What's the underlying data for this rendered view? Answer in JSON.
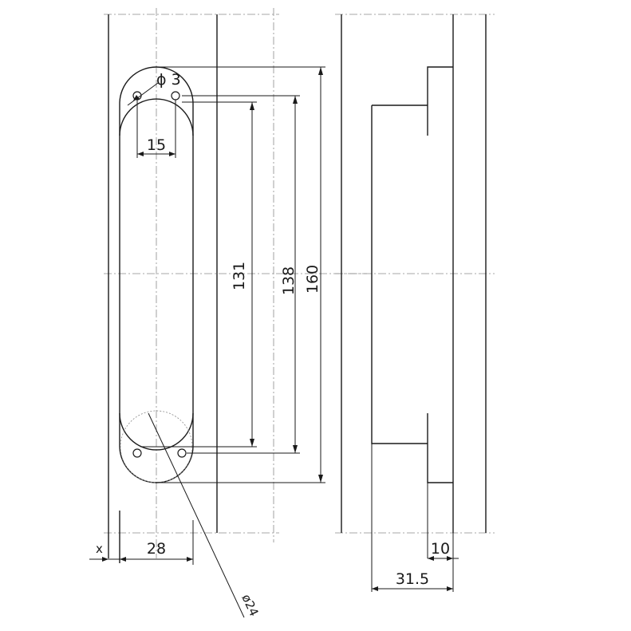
{
  "dimensions": {
    "hole_diameter": "ϕ 3",
    "hole_spacing_width": "15",
    "inner_hole_spacing": "131",
    "outer_hole_spacing": "138",
    "overall_length": "160",
    "offset_label": "x",
    "body_width": "28",
    "cutout_diameter": "ø24",
    "flange_depth": "10",
    "overall_depth": "31.5"
  }
}
